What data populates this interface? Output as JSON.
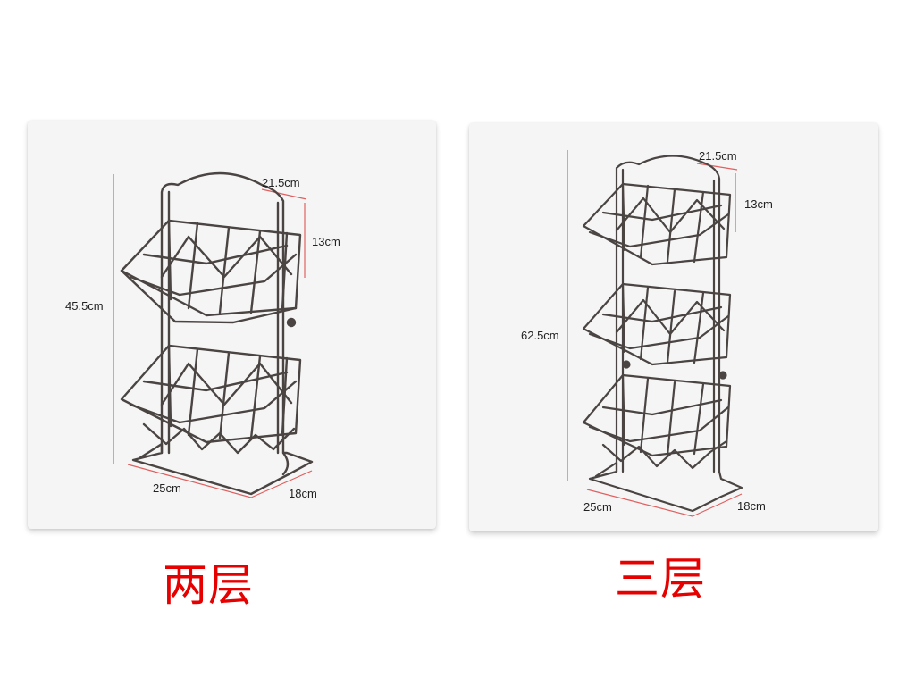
{
  "colors": {
    "accent": "#e60000",
    "wire": "#4a4442",
    "dimension_line": "#e06060",
    "panel_background": "#f5f5f5"
  },
  "two_tier": {
    "height": "45.5cm",
    "basket_width": "21.5cm",
    "basket_height": "13cm",
    "base_width": "25cm",
    "base_depth": "18cm",
    "caption": "两层"
  },
  "three_tier": {
    "height": "62.5cm",
    "basket_width": "21.5cm",
    "basket_height": "13cm",
    "base_width": "25cm",
    "base_depth": "18cm",
    "caption": "三层"
  }
}
